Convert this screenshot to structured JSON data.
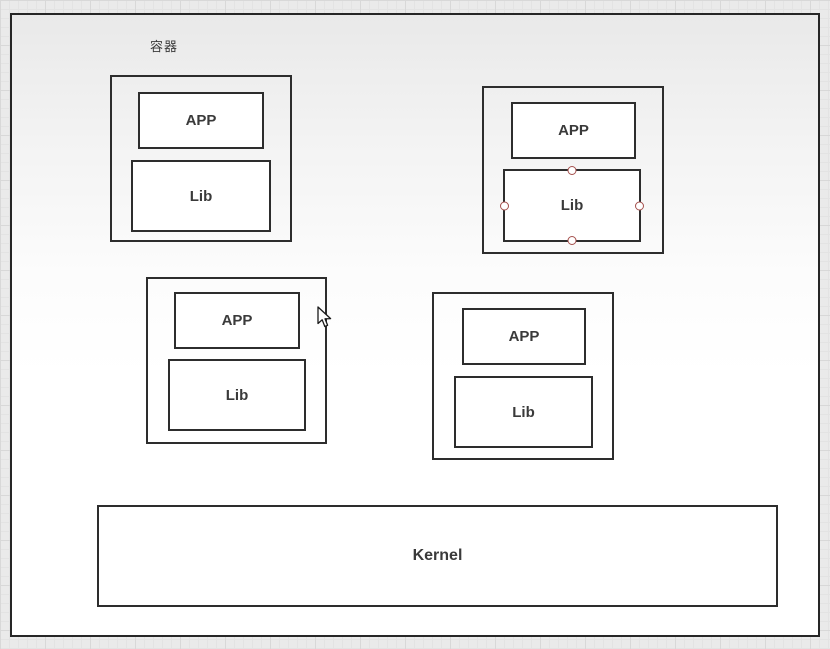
{
  "page": {
    "label": "容器"
  },
  "groups": [
    {
      "name": "container-top-left",
      "app": "APP",
      "lib": "Lib"
    },
    {
      "name": "container-top-right",
      "app": "APP",
      "lib": "Lib",
      "lib_connection_points_visible": true
    },
    {
      "name": "container-mid-left",
      "app": "APP",
      "lib": "Lib"
    },
    {
      "name": "container-mid-right",
      "app": "APP",
      "lib": "Lib"
    }
  ],
  "kernel": {
    "label": "Kernel"
  },
  "colors": {
    "shape_border": "#2d2d2d",
    "page_border": "#262626",
    "handle_stroke": "#a5504d",
    "label_color": "#3a3a3a"
  }
}
